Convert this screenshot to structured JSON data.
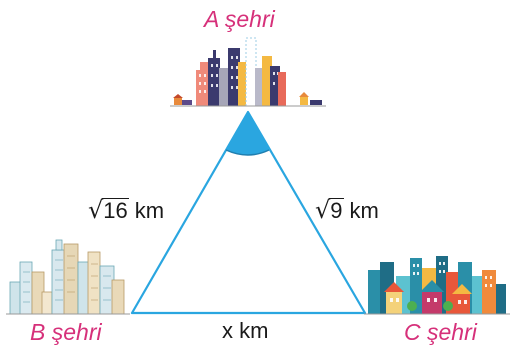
{
  "cities": {
    "a": {
      "label": "A şehri"
    },
    "b": {
      "label": "B şehri"
    },
    "c": {
      "label": "C şehri"
    }
  },
  "sides": {
    "ab": {
      "radicand": "16",
      "unit": "km"
    },
    "ac": {
      "radicand": "9",
      "unit": "km"
    },
    "bc": {
      "label": "x km"
    }
  },
  "colors": {
    "triangle_line": "#2aa6e0",
    "angle_fill": "#2aa6e0",
    "city_label": "#d6307a"
  }
}
